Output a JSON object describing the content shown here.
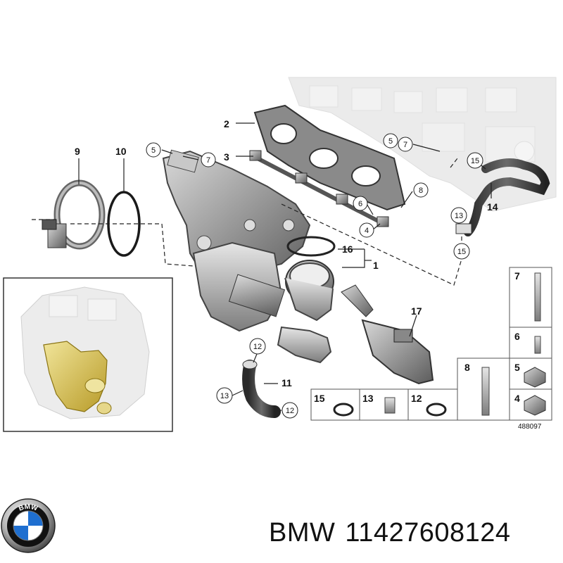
{
  "diagram": {
    "callouts": {
      "c1": "1",
      "c2": "2",
      "c3": "3",
      "c4": "4",
      "c5a": "5",
      "c7a": "7",
      "c5b": "5",
      "c7b": "7",
      "c6": "6",
      "c8": "8",
      "c9": "9",
      "c10": "10",
      "c11": "11",
      "c12a": "12",
      "c12b": "12",
      "c13a": "13",
      "c13b": "13",
      "c14": "14",
      "c15a": "15",
      "c15b": "15",
      "c16": "16",
      "c17": "17"
    },
    "legend": {
      "l7": "7",
      "l6": "6",
      "l8": "8",
      "l5": "5",
      "l4": "4",
      "l15": "15",
      "l13": "13",
      "l12": "12"
    },
    "diagram_number": "488097"
  },
  "caption": {
    "brand": "BMW",
    "part_number": "11427608124"
  },
  "logo": {
    "text": "BMW"
  }
}
